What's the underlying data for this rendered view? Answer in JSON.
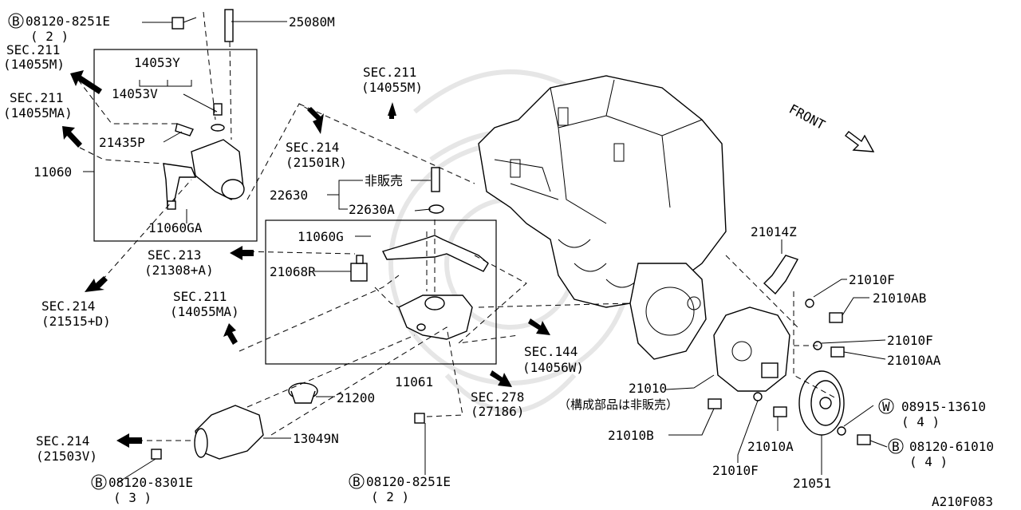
{
  "diagram_id": "A210F083",
  "front_label": "FRONT",
  "callouts": {
    "bolt_top": {
      "prefix": "B",
      "part": "08120-8251E",
      "qty": "( 2 )"
    },
    "sensor_top": "25080M",
    "sec211_a": {
      "sec": "SEC.211",
      "ref": "(14055M)"
    },
    "sec211_b": {
      "sec": "SEC.211",
      "ref": "(14055MA)"
    },
    "p14053y": "14053Y",
    "p14053v": "14053V",
    "p21435p": "21435P",
    "p11060": "11060",
    "p11060ga": "11060GA",
    "sec214_a": {
      "sec": "SEC.214",
      "ref": "(21501R)"
    },
    "sec211_c": {
      "sec": "SEC.211",
      "ref": "(14055M)"
    },
    "not_for_sale": "非販売",
    "p22630": "22630",
    "p22630a": "22630A",
    "p11060g": "11060G",
    "sec213": {
      "sec": "SEC.213",
      "ref": "(21308+A)"
    },
    "p21068r": "21068R",
    "sec214_b": {
      "sec": "SEC.214",
      "ref": "(21515+D)"
    },
    "sec211_d": {
      "sec": "SEC.211",
      "ref": "(14055MA)"
    },
    "p11061": "11061",
    "sec144": {
      "sec": "SEC.144",
      "ref": "(14056W)"
    },
    "p21200": "21200",
    "sec278": {
      "sec": "SEC.278",
      "ref": "(27186)"
    },
    "p21010": "21010",
    "components_note": "（構成部品は非販売）",
    "sec214_c": {
      "sec": "SEC.214",
      "ref": "(21503V)"
    },
    "p13049n": "13049N",
    "bolt_bl": {
      "prefix": "B",
      "part": "08120-8301E",
      "qty": "( 3 )"
    },
    "bolt_bm": {
      "prefix": "B",
      "part": "08120-8251E",
      "qty": "( 2 )"
    },
    "p21014z": "21014Z",
    "p21010f_1": "21010F",
    "p21010ab": "21010AB",
    "p21010f_2": "21010F",
    "p21010aa": "21010AA",
    "p21010b": "21010B",
    "p21010a": "21010A",
    "p21010f_3": "21010F",
    "p21051": "21051",
    "washer_r": {
      "prefix": "W",
      "part": "08915-13610",
      "qty": "( 4 )"
    },
    "bolt_r": {
      "prefix": "B",
      "part": "08120-61010",
      "qty": "( 4 )"
    }
  }
}
